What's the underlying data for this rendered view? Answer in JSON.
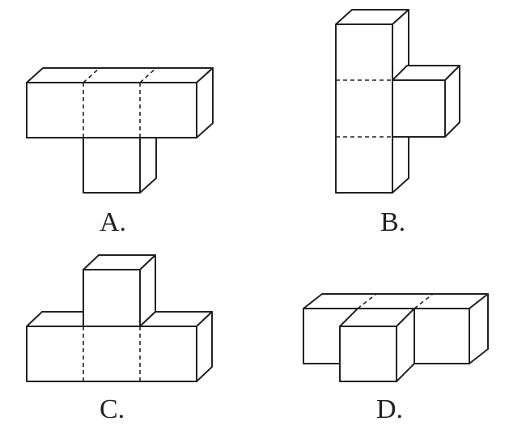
{
  "options": [
    {
      "id": "A",
      "label": "A."
    },
    {
      "id": "B",
      "label": "B."
    },
    {
      "id": "C",
      "label": "C."
    },
    {
      "id": "D",
      "label": "D."
    }
  ]
}
